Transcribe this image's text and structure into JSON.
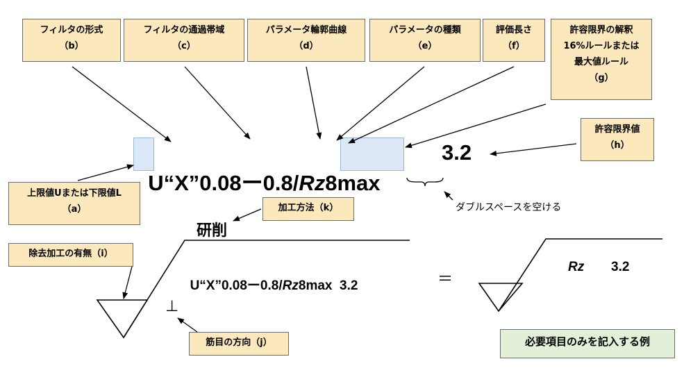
{
  "labels": {
    "b": {
      "title": "フィルタの形式",
      "code": "（b）"
    },
    "c": {
      "title": "フィルタの通過帯域",
      "code": "（c）"
    },
    "d": {
      "title": "パラメータ輪郭曲線",
      "code": "（d）"
    },
    "e": {
      "title": "パラメータの種類",
      "code": "（e）"
    },
    "f": {
      "title": "評価長さ",
      "code": "（f）"
    },
    "g": {
      "line1": "許容限界の解釈",
      "line2": "16%ルールまたは",
      "line3": "最大値ルール",
      "code": "（g）"
    },
    "h": {
      "title": "許容限界値",
      "code": "（h）"
    },
    "a": {
      "title": "上限値Uまたは下限値L",
      "code": "（a）"
    },
    "k": {
      "title": "加工方法（k）"
    },
    "i": {
      "title": "除去加工の有無（i）"
    },
    "j": {
      "title": "筋目の方向（j）"
    }
  },
  "main_spec": {
    "prefix": "U“X”0.08ー0.8/",
    "param": "Rz",
    "suffix": "8max",
    "value": "3.2"
  },
  "double_space_note": "ダブルスペースを空ける",
  "symbol": {
    "process": "研削",
    "spec_prefix": "U“X”0.08ー0.8/",
    "spec_param": "Rz",
    "spec_suffix": "8max  3.2",
    "lay": "⊥"
  },
  "equals": "＝",
  "simple": {
    "param": "Rz",
    "value": "3.2"
  },
  "example_caption": "必要項目のみを記入する例"
}
